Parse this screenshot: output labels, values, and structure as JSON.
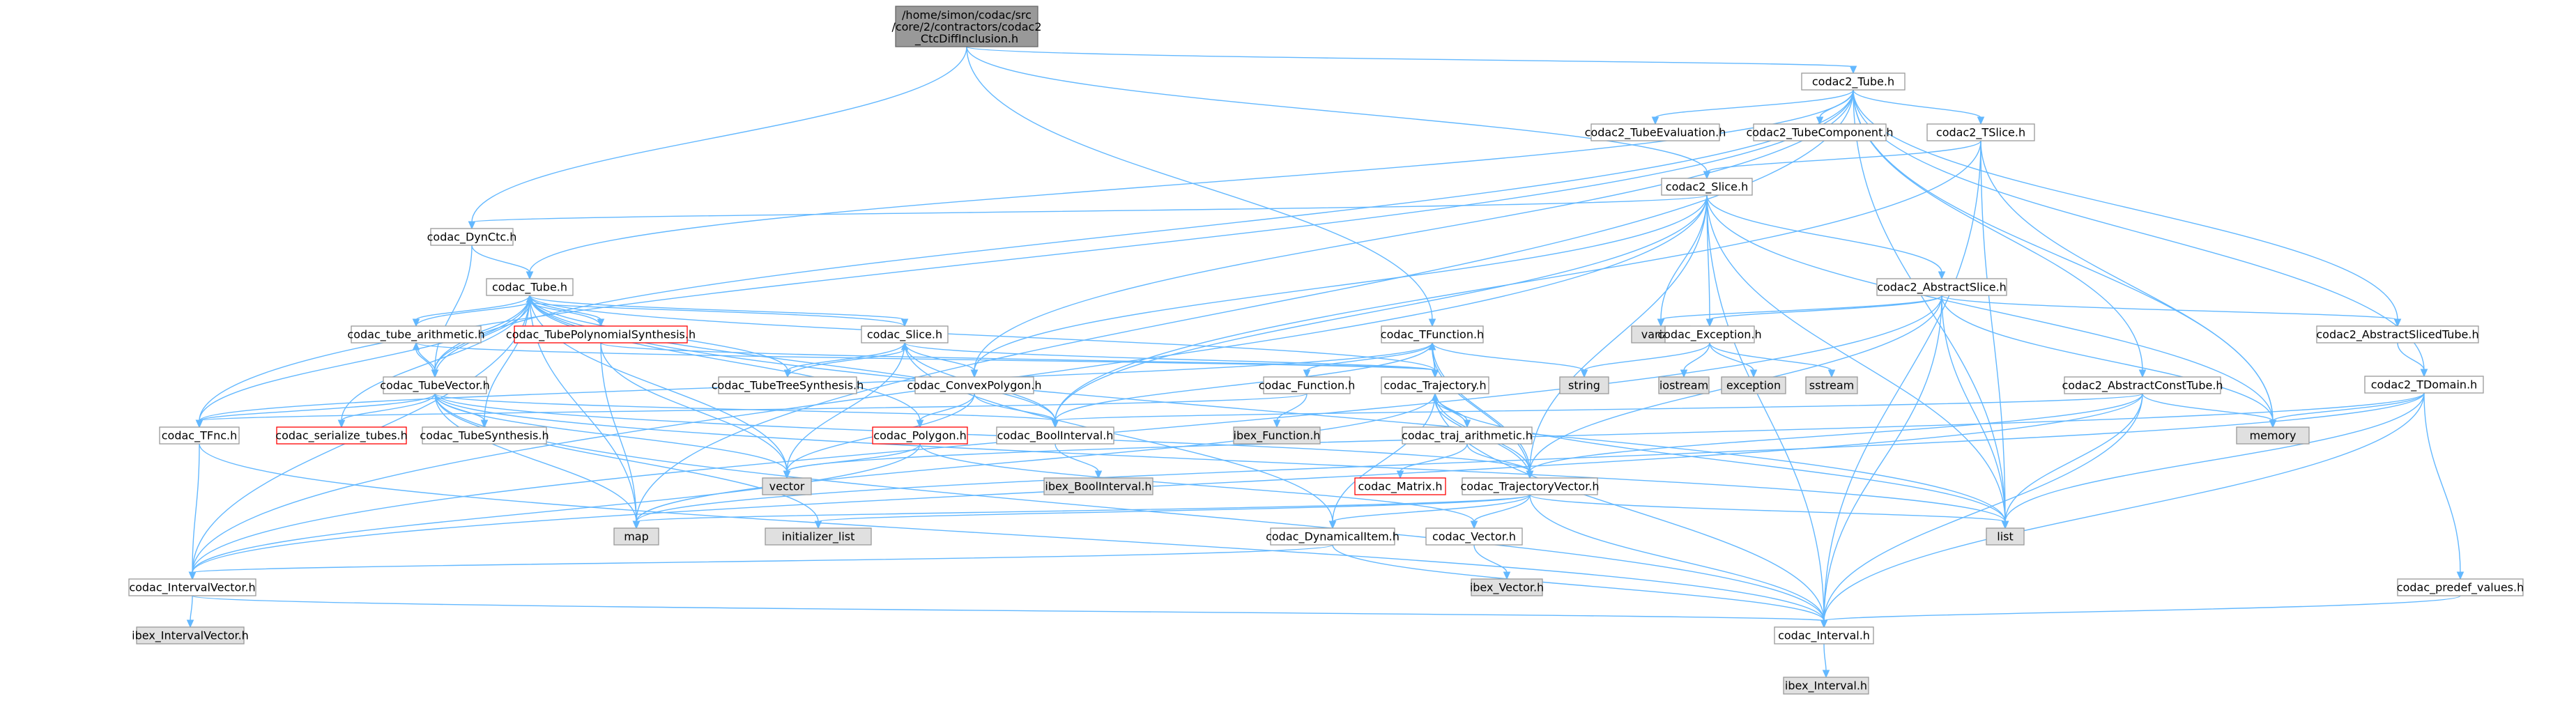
{
  "colors": {
    "edge": "#63b8ff",
    "normal_fill": "#ffffff",
    "normal_stroke": "#999999",
    "external_fill": "#e0e0e0",
    "external_stroke": "#999999",
    "root_fill": "#999999",
    "root_stroke": "#666666",
    "warn_stroke": "#ff0000"
  },
  "nodes": [
    {
      "id": "root",
      "label": "/home/simon/codac/src\n/core/2/contractors/codac2\n_CtcDiffInclusion.h",
      "kind": "root"
    },
    {
      "id": "tubeh2",
      "label": "codac2_Tube.h",
      "kind": "normal"
    },
    {
      "id": "tubeeval",
      "label": "codac2_TubeEvaluation.h",
      "kind": "normal"
    },
    {
      "id": "tubecomp",
      "label": "codac2_TubeComponent.h",
      "kind": "normal"
    },
    {
      "id": "tslice",
      "label": "codac2_TSlice.h",
      "kind": "normal"
    },
    {
      "id": "slice2",
      "label": "codac2_Slice.h",
      "kind": "normal"
    },
    {
      "id": "dynctc",
      "label": "codac_DynCtc.h",
      "kind": "normal"
    },
    {
      "id": "tube",
      "label": "codac_Tube.h",
      "kind": "normal"
    },
    {
      "id": "abslice",
      "label": "codac2_AbstractSlice.h",
      "kind": "normal"
    },
    {
      "id": "variant",
      "label": "variant",
      "kind": "external"
    },
    {
      "id": "exception",
      "label": "codac_Exception.h",
      "kind": "normal"
    },
    {
      "id": "abssliced",
      "label": "codac2_AbstractSlicedTube.h",
      "kind": "normal"
    },
    {
      "id": "tdomain",
      "label": "codac2_TDomain.h",
      "kind": "normal"
    },
    {
      "id": "tubearith",
      "label": "codac_tube_arithmetic.h",
      "kind": "normal"
    },
    {
      "id": "polysynth",
      "label": "codac_TubePolynomialSynthesis.h",
      "kind": "warn"
    },
    {
      "id": "slice",
      "label": "codac_Slice.h",
      "kind": "normal"
    },
    {
      "id": "tfunction",
      "label": "codac_TFunction.h",
      "kind": "normal"
    },
    {
      "id": "tubevector",
      "label": "codac_TubeVector.h",
      "kind": "normal"
    },
    {
      "id": "treesynth",
      "label": "codac_TubeTreeSynthesis.h",
      "kind": "normal"
    },
    {
      "id": "convexpoly",
      "label": "codac_ConvexPolygon.h",
      "kind": "normal"
    },
    {
      "id": "function",
      "label": "codac_Function.h",
      "kind": "normal"
    },
    {
      "id": "trajectory",
      "label": "codac_Trajectory.h",
      "kind": "normal"
    },
    {
      "id": "string",
      "label": "string",
      "kind": "external"
    },
    {
      "id": "iostream",
      "label": "iostream",
      "kind": "external"
    },
    {
      "id": "exceptionstd",
      "label": "exception",
      "kind": "external"
    },
    {
      "id": "sstream",
      "label": "sstream",
      "kind": "external"
    },
    {
      "id": "absconst",
      "label": "codac2_AbstractConstTube.h",
      "kind": "normal"
    },
    {
      "id": "memory",
      "label": "memory",
      "kind": "external"
    },
    {
      "id": "tfnc",
      "label": "codac_TFnc.h",
      "kind": "normal"
    },
    {
      "id": "serialize",
      "label": "codac_serialize_tubes.h",
      "kind": "warn"
    },
    {
      "id": "tubesynth",
      "label": "codac_TubeSynthesis.h",
      "kind": "normal"
    },
    {
      "id": "polygon",
      "label": "codac_Polygon.h",
      "kind": "warn"
    },
    {
      "id": "boolinterval",
      "label": "codac_BoolInterval.h",
      "kind": "normal"
    },
    {
      "id": "ibexfunction",
      "label": "ibex_Function.h",
      "kind": "external"
    },
    {
      "id": "trajarith",
      "label": "codac_traj_arithmetic.h",
      "kind": "normal"
    },
    {
      "id": "vector",
      "label": "vector",
      "kind": "external"
    },
    {
      "id": "ibexbool",
      "label": "ibex_BoolInterval.h",
      "kind": "external"
    },
    {
      "id": "matrix",
      "label": "codac_Matrix.h",
      "kind": "warn"
    },
    {
      "id": "trajvector",
      "label": "codac_TrajectoryVector.h",
      "kind": "normal"
    },
    {
      "id": "map",
      "label": "map",
      "kind": "external"
    },
    {
      "id": "initlist",
      "label": "initializer_list",
      "kind": "external"
    },
    {
      "id": "dynitem",
      "label": "codac_DynamicalItem.h",
      "kind": "normal"
    },
    {
      "id": "cvector",
      "label": "codac_Vector.h",
      "kind": "normal"
    },
    {
      "id": "list",
      "label": "list",
      "kind": "external"
    },
    {
      "id": "ibexvector",
      "label": "ibex_Vector.h",
      "kind": "external"
    },
    {
      "id": "intervalvector",
      "label": "codac_IntervalVector.h",
      "kind": "normal"
    },
    {
      "id": "predef",
      "label": "codac_predef_values.h",
      "kind": "normal"
    },
    {
      "id": "ibexintervalvector",
      "label": "ibex_IntervalVector.h",
      "kind": "external"
    },
    {
      "id": "interval",
      "label": "codac_Interval.h",
      "kind": "normal"
    },
    {
      "id": "ibexinterval",
      "label": "ibex_Interval.h",
      "kind": "external"
    }
  ],
  "edges": [
    [
      "root",
      "tubeh2"
    ],
    [
      "root",
      "slice2"
    ],
    [
      "root",
      "dynctc"
    ],
    [
      "root",
      "tfunction"
    ],
    [
      "tubeh2",
      "tubeeval"
    ],
    [
      "tubeh2",
      "tubecomp"
    ],
    [
      "tubeh2",
      "tslice"
    ],
    [
      "tubeh2",
      "tube"
    ],
    [
      "tubeh2",
      "tdomain"
    ],
    [
      "tubeh2",
      "abssliced"
    ],
    [
      "tubeh2",
      "absconst"
    ],
    [
      "tubeh2",
      "memory"
    ],
    [
      "tubeh2",
      "list"
    ],
    [
      "tubeh2",
      "map"
    ],
    [
      "tubeh2",
      "tubevector"
    ],
    [
      "tubeh2",
      "convexpoly"
    ],
    [
      "tubeh2",
      "tfnc"
    ],
    [
      "tslice",
      "slice2"
    ],
    [
      "tslice",
      "memory"
    ],
    [
      "tslice",
      "list"
    ],
    [
      "tslice",
      "interval"
    ],
    [
      "tslice",
      "boolinterval"
    ],
    [
      "slice2",
      "dynctc"
    ],
    [
      "slice2",
      "abslice"
    ],
    [
      "slice2",
      "variant"
    ],
    [
      "slice2",
      "exception"
    ],
    [
      "slice2",
      "memory"
    ],
    [
      "slice2",
      "list"
    ],
    [
      "slice2",
      "interval"
    ],
    [
      "slice2",
      "trajvector"
    ],
    [
      "slice2",
      "convexpoly"
    ],
    [
      "slice2",
      "boolinterval"
    ],
    [
      "slice2",
      "intervalvector"
    ],
    [
      "dynctc",
      "tube"
    ],
    [
      "dynctc",
      "tubevector"
    ],
    [
      "abslice",
      "variant"
    ],
    [
      "abslice",
      "exception"
    ],
    [
      "abslice",
      "abssliced"
    ],
    [
      "abslice",
      "memory"
    ],
    [
      "abslice",
      "list"
    ],
    [
      "abslice",
      "interval"
    ],
    [
      "abslice",
      "intervalvector"
    ],
    [
      "abslice",
      "trajvector"
    ],
    [
      "exception",
      "string"
    ],
    [
      "exception",
      "iostream"
    ],
    [
      "exception",
      "exceptionstd"
    ],
    [
      "exception",
      "sstream"
    ],
    [
      "abssliced",
      "tdomain"
    ],
    [
      "tdomain",
      "memory"
    ],
    [
      "tdomain",
      "list"
    ],
    [
      "tdomain",
      "vector"
    ],
    [
      "tdomain",
      "map"
    ],
    [
      "tdomain",
      "predef"
    ],
    [
      "tdomain",
      "interval"
    ],
    [
      "absconst",
      "memory"
    ],
    [
      "absconst",
      "list"
    ],
    [
      "absconst",
      "interval"
    ],
    [
      "absconst",
      "intervalvector"
    ],
    [
      "absconst",
      "trajvector"
    ],
    [
      "absconst",
      "boolinterval"
    ],
    [
      "tube",
      "tubearith"
    ],
    [
      "tube",
      "polysynth"
    ],
    [
      "tube",
      "slice"
    ],
    [
      "tube",
      "treesynth"
    ],
    [
      "tube",
      "trajectory"
    ],
    [
      "tube",
      "tubevector"
    ],
    [
      "tube",
      "tfnc"
    ],
    [
      "tube",
      "serialize"
    ],
    [
      "tube",
      "tubesynth"
    ],
    [
      "tube",
      "boolinterval"
    ],
    [
      "tube",
      "vector"
    ],
    [
      "tube",
      "map"
    ],
    [
      "tube",
      "list"
    ],
    [
      "tube",
      "intervalvector"
    ],
    [
      "tube",
      "polygon"
    ],
    [
      "tubearith",
      "tube"
    ],
    [
      "tubearith",
      "tubevector"
    ],
    [
      "tubearith",
      "trajectory"
    ],
    [
      "polysynth",
      "tube"
    ],
    [
      "polysynth",
      "trajectory"
    ],
    [
      "polysynth",
      "vector"
    ],
    [
      "polysynth",
      "map"
    ],
    [
      "slice",
      "tube"
    ],
    [
      "slice",
      "treesynth"
    ],
    [
      "slice",
      "convexpoly"
    ],
    [
      "slice",
      "trajectory"
    ],
    [
      "slice",
      "boolinterval"
    ],
    [
      "slice",
      "dynitem"
    ],
    [
      "slice",
      "vector"
    ],
    [
      "tfunction",
      "function"
    ],
    [
      "tfunction",
      "trajectory"
    ],
    [
      "tfunction",
      "string"
    ],
    [
      "tfunction",
      "tfnc"
    ],
    [
      "tfunction",
      "trajvector"
    ],
    [
      "tfunction",
      "boolinterval"
    ],
    [
      "tubevector",
      "tube"
    ],
    [
      "tubevector",
      "tubearith"
    ],
    [
      "tubevector",
      "tfnc"
    ],
    [
      "tubevector",
      "serialize"
    ],
    [
      "tubevector",
      "tubesynth"
    ],
    [
      "tubevector",
      "trajvector"
    ],
    [
      "tubevector",
      "boolinterval"
    ],
    [
      "tubevector",
      "vector"
    ],
    [
      "tubevector",
      "map"
    ],
    [
      "tubevector",
      "list"
    ],
    [
      "tubevector",
      "interval"
    ],
    [
      "tubevector",
      "initlist"
    ],
    [
      "treesynth",
      "slice"
    ],
    [
      "convexpoly",
      "polygon"
    ],
    [
      "convexpoly",
      "boolinterval"
    ],
    [
      "convexpoly",
      "vector"
    ],
    [
      "function",
      "ibexfunction"
    ],
    [
      "function",
      "tfnc"
    ],
    [
      "trajectory",
      "trajarith"
    ],
    [
      "trajectory",
      "tfunction"
    ],
    [
      "trajectory",
      "list"
    ],
    [
      "trajectory",
      "map"
    ],
    [
      "trajectory",
      "interval"
    ],
    [
      "trajectory",
      "dynitem"
    ],
    [
      "trajectory",
      "trajvector"
    ],
    [
      "trajarith",
      "trajectory"
    ],
    [
      "trajarith",
      "trajvector"
    ],
    [
      "trajarith",
      "matrix"
    ],
    [
      "tfnc",
      "intervalvector"
    ],
    [
      "tfnc",
      "interval"
    ],
    [
      "polygon",
      "vector"
    ],
    [
      "polygon",
      "intervalvector"
    ],
    [
      "polygon",
      "cvector"
    ],
    [
      "boolinterval",
      "ibexbool"
    ],
    [
      "trajvector",
      "trajectory"
    ],
    [
      "trajvector",
      "tfunction"
    ],
    [
      "trajvector",
      "list"
    ],
    [
      "trajvector",
      "map"
    ],
    [
      "trajvector",
      "initlist"
    ],
    [
      "trajvector",
      "dynitem"
    ],
    [
      "trajvector",
      "cvector"
    ],
    [
      "trajvector",
      "interval"
    ],
    [
      "dynitem",
      "interval"
    ],
    [
      "dynitem",
      "intervalvector"
    ],
    [
      "cvector",
      "ibexvector"
    ],
    [
      "intervalvector",
      "ibexintervalvector"
    ],
    [
      "intervalvector",
      "interval"
    ],
    [
      "predef",
      "interval"
    ],
    [
      "interval",
      "ibexinterval"
    ]
  ]
}
